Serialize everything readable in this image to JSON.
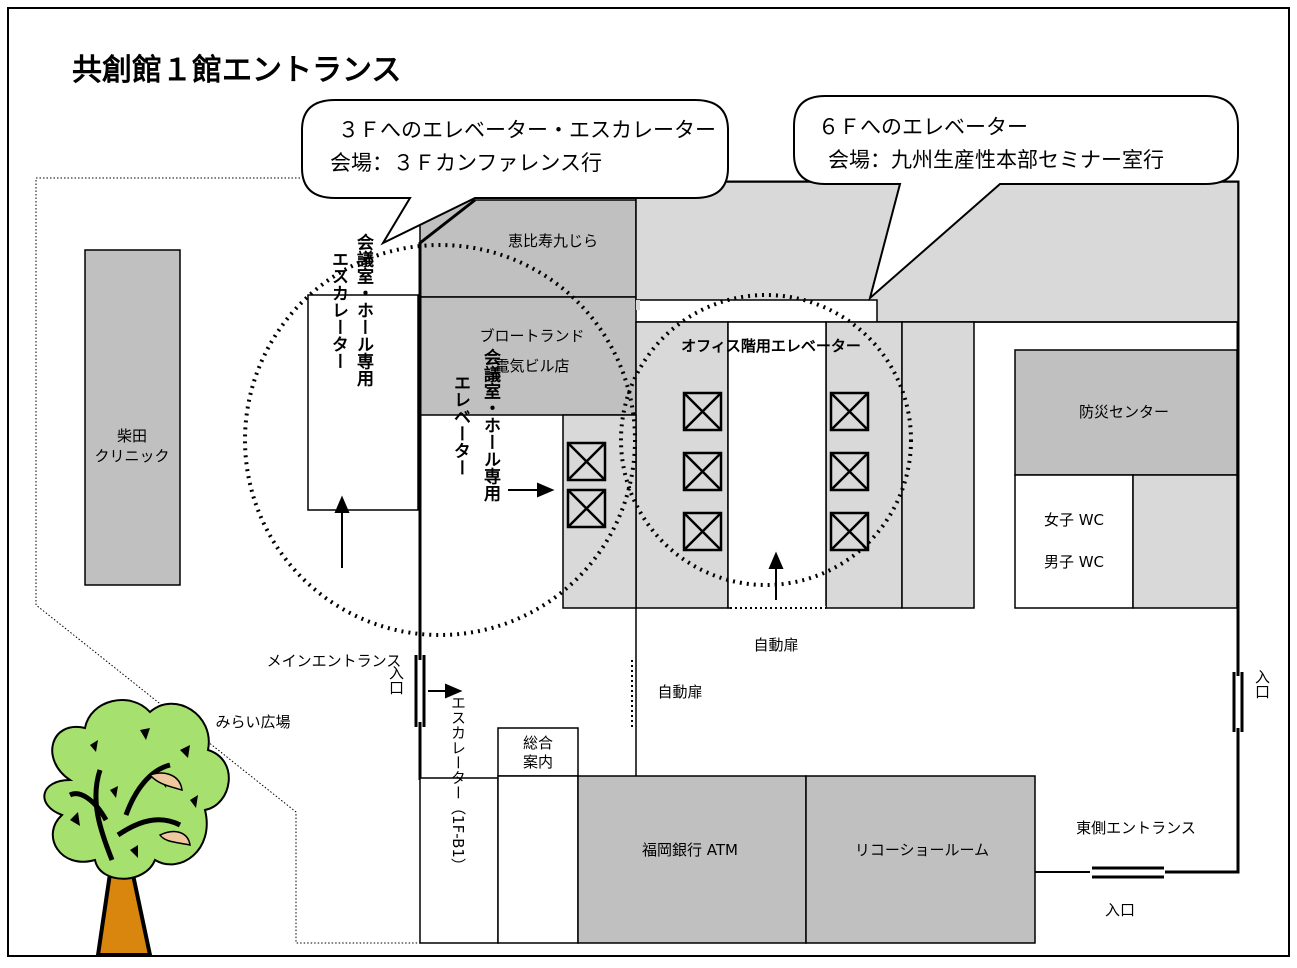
{
  "title": "共創館１館エントランス",
  "callout_left": {
    "line1": "３Ｆへのエレベーター・エスカレーター",
    "line2": "会場：３Ｆカンファレンス行"
  },
  "callout_right": {
    "line1": "６Ｆへのエレベーター",
    "line2": "会場：九州生産性本部セミナー室行"
  },
  "labels": {
    "ebisu": "恵比寿九じら",
    "broadland_1": "ブロートランド",
    "broadland_2": "電気ビル店",
    "office_elevator": "オフィス階用エレベーター",
    "bousai": "防災センター",
    "wc_women": "女子 WC",
    "wc_men": "男子 WC",
    "shibata_1": "柴田",
    "shibata_2": "クリニック",
    "esc_col1": "会議室・ホール専用",
    "esc_col2": "エスカレーター",
    "elev_col1": "会議室・ホール専用",
    "elev_col2": "エレベーター",
    "jidoutobira_1": "自動扉",
    "jidoutobira_2": "自動扉",
    "main_entrance": "メインエントランス",
    "iriguchi_left": "入口",
    "iriguchi_right": "入口",
    "iriguchi_bottom": "入口",
    "mirai_hiroba": "みらい広場",
    "sougou_annai_1": "総合",
    "sougou_annai_2": "案内",
    "escalator_1fb1": "エスカレーター（1F-B1）",
    "fukuoka_atm": "福岡銀行 ATM",
    "ricoh_showroom": "リコーショールーム",
    "east_entrance": "東側エントランス"
  },
  "colors": {
    "dark_gray": "#c0c0c0",
    "light_gray": "#d9d9d9",
    "line": "#000000",
    "tree_leaf": "#a6e06e",
    "tree_trunk": "#d8860e"
  }
}
